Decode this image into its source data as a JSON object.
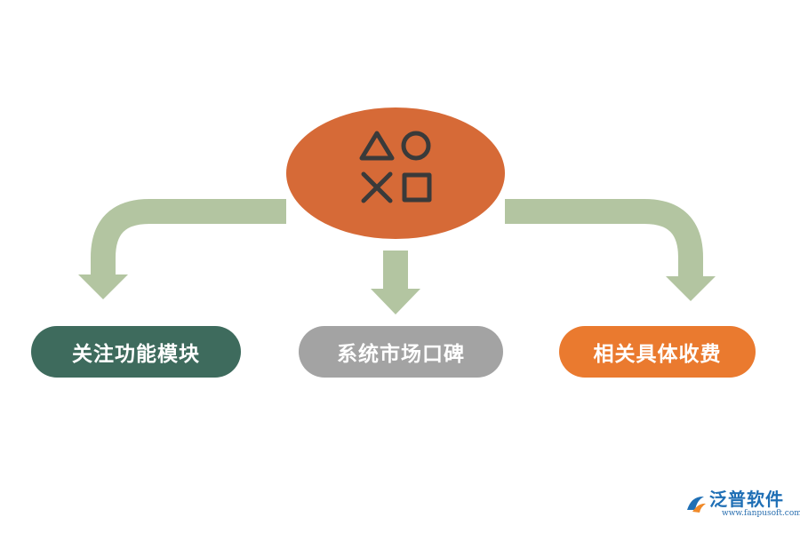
{
  "diagram": {
    "center_node": {
      "icon": "playstation-shapes-icon",
      "color": "#d66a37"
    },
    "connector_color": "#b3c5a1",
    "nodes": [
      {
        "label": "关注功能模块",
        "color": "#3e6b5d"
      },
      {
        "label": "系统市场口碑",
        "color": "#a3a3a3"
      },
      {
        "label": "相关具体收费",
        "color": "#ea7a2f"
      }
    ]
  },
  "watermark": {
    "brand": "泛普软件",
    "url": "www.fanpusoft.com",
    "icon": "fanpu-logo-icon",
    "color": "#1f6fb5"
  }
}
